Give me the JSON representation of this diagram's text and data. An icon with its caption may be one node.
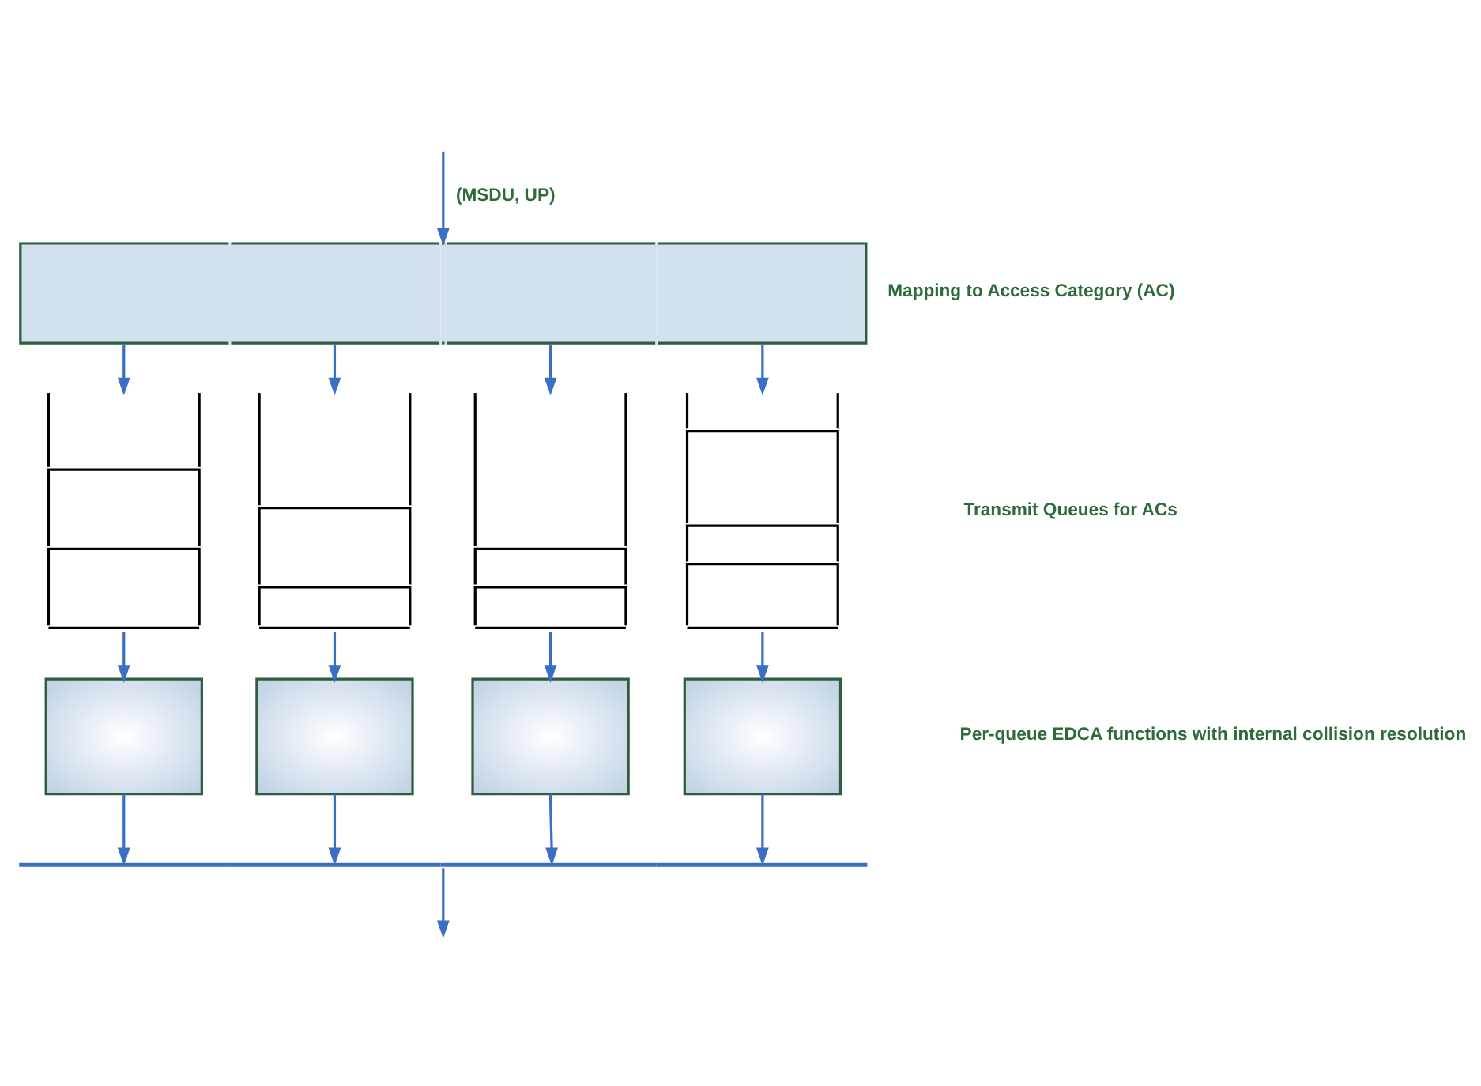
{
  "diagram": {
    "nodes": [
      {
        "text": [],
        "shape": "box",
        "beside": [
          "Mapping to Access Category (AC)"
        ]
      },
      {
        "text": [],
        "shape": "box"
      },
      {
        "text": [],
        "shape": "box"
      },
      {
        "text": [],
        "shape": "box"
      },
      {
        "text": [],
        "shape": "box"
      },
      {
        "text": [],
        "shape": "box"
      },
      {
        "text": [],
        "shape": "box"
      },
      {
        "text": [],
        "shape": "box"
      },
      {
        "text": [],
        "shape": "box"
      },
      {
        "text": [],
        "shape": "bar"
      }
    ],
    "edges": [
      {
        "from": null,
        "to": 0,
        "arrow": "to",
        "label": "(MSDU, UP)"
      },
      {
        "from": 0,
        "to": 1,
        "arrow": "to"
      },
      {
        "from": 0,
        "to": 2,
        "arrow": "to"
      },
      {
        "from": 0,
        "to": 3,
        "arrow": "to"
      },
      {
        "from": 0,
        "to": 4,
        "arrow": "to"
      },
      {
        "from": 1,
        "to": 5,
        "arrow": "to"
      },
      {
        "from": 2,
        "to": 6,
        "arrow": "to"
      },
      {
        "from": 3,
        "to": 7,
        "arrow": "to"
      },
      {
        "from": 4,
        "to": 8,
        "arrow": "to"
      },
      {
        "from": 5,
        "to": 9,
        "arrow": "to"
      },
      {
        "from": 6,
        "to": 9,
        "arrow": "to"
      },
      {
        "from": 7,
        "to": 9,
        "arrow": "to"
      },
      {
        "from": 8,
        "to": 9,
        "arrow": "to"
      },
      {
        "from": 9,
        "to": null,
        "arrow": "to"
      }
    ],
    "labels": [
      "Transmit Queues for ACs",
      "Per-queue EDCA functions with internal collision resolution"
    ]
  }
}
